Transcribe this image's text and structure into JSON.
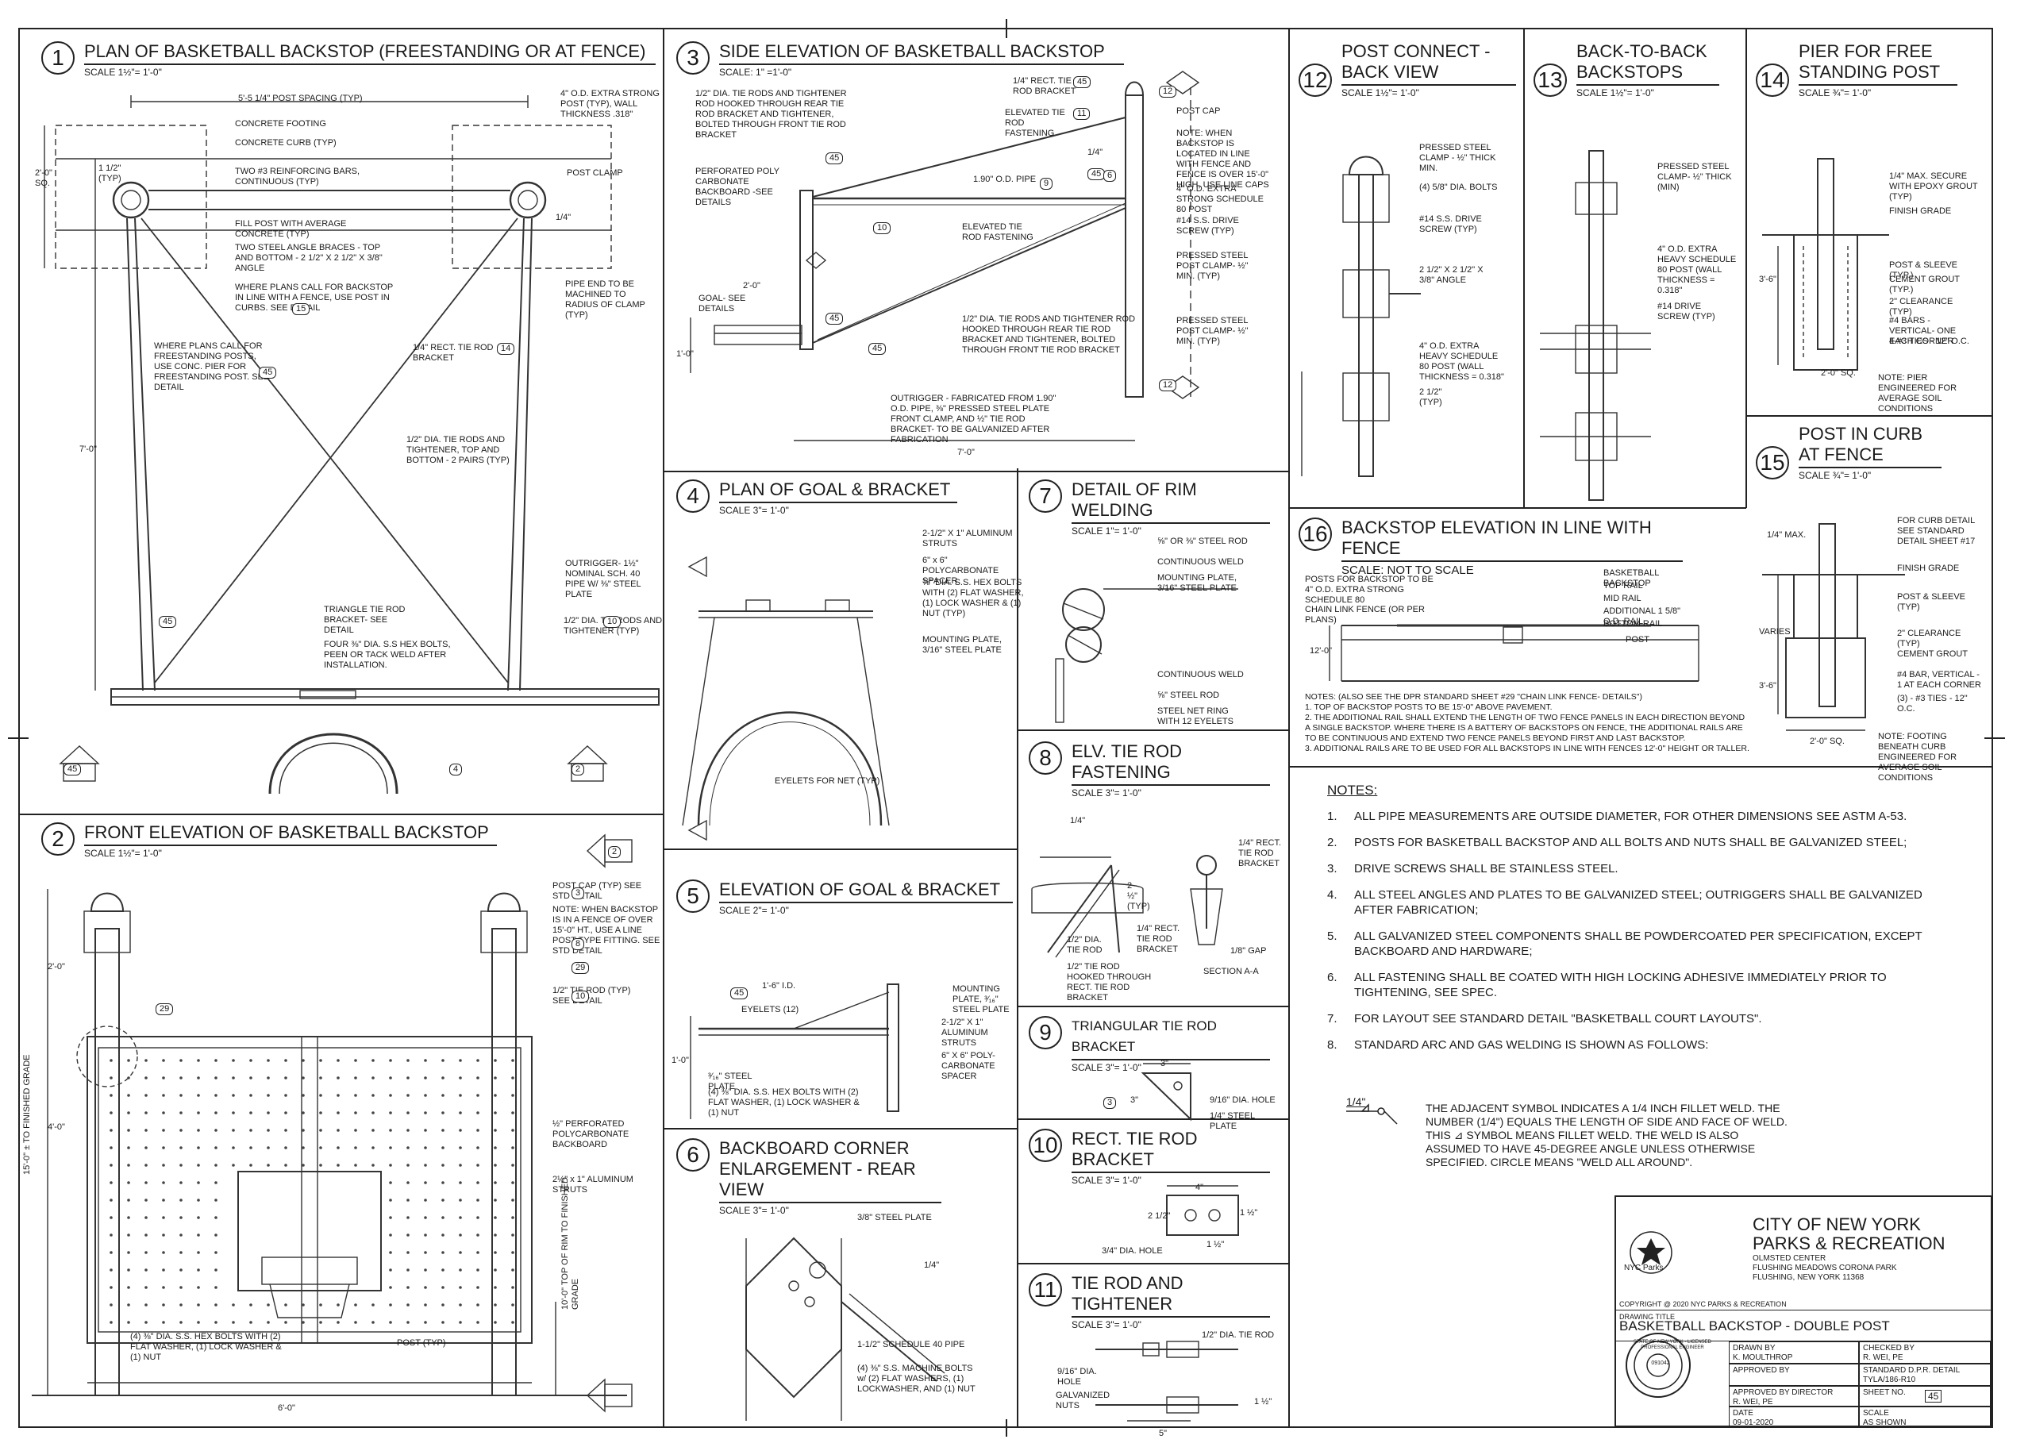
{
  "details": {
    "d1": {
      "num": "1",
      "title": "PLAN OF BASKETBALL BACKSTOP (FREESTANDING OR AT FENCE)",
      "scale": "SCALE 1½\"= 1'-0\"",
      "labels": [
        "5'-5 1/4\" POST SPACING (TYP)",
        "4\" O.D. EXTRA STRONG POST (TYP), WALL THICKNESS .318\"",
        "CONCRETE FOOTING",
        "CONCRETE CURB (TYP)",
        "TWO #3 REINFORCING BARS, CONTINUOUS (TYP)",
        "POST CLAMP",
        "FILL POST WITH AVERAGE CONCRETE (TYP)",
        "TWO STEEL ANGLE BRACES - TOP AND BOTTOM - 2 1/2\" X 2 1/2\" X 3/8\" ANGLE",
        "WHERE PLANS CALL FOR BACKSTOP IN LINE WITH A FENCE, USE POST IN CURBS. SEE DETAIL",
        "PIPE END TO BE MACHINED TO RADIUS OF CLAMP (TYP)",
        "WHERE PLANS CALL FOR FREESTANDING POSTS, USE CONC. PIER FOR FREESTANDING POST. SEE DETAIL",
        "1/4\" RECT. TIE ROD BRACKET",
        "1/2\" DIA. TIE RODS AND TIGHTENER, TOP AND BOTTOM - 2 PAIRS (TYP)",
        "OUTRIGGER- 1½\" NOMINAL SCH. 40 PIPE W/ ⅜\" STEEL PLATE",
        "TRIANGLE TIE ROD BRACKET- SEE DETAIL",
        "1/2\" DIA. TIE RODS AND TIGHTENER (TYP)",
        "FOUR ⅜\" DIA. S.S HEX BOLTS, PEEN OR TACK WELD AFTER INSTALLATION.",
        "2'-0\" SQ.",
        "7'-0\"",
        "1 1/2\" (TYP)",
        "1/4\""
      ]
    },
    "d2": {
      "num": "2",
      "title": "FRONT ELEVATION OF BASKETBALL BACKSTOP",
      "scale": "SCALE 1½\"= 1'-0\"",
      "labels": [
        "POST CAP (TYP) SEE STD DETAIL",
        "NOTE: WHEN BACKSTOP IS IN A FENCE OF OVER 15'-0\" HT., USE A LINE POST TYPE FITTING. SEE STD DETAIL",
        "1/2\" TIE ROD (TYP) SEE DETAIL",
        "½\" PERFORATED POLYCARBONATE BACKBOARD",
        "2½\" x 1\" ALUMINUM STRUTS",
        "(4) ⅜\" DIA. S.S. HEX BOLTS WITH (2) FLAT WASHER, (1) LOCK WASHER & (1) NUT",
        "POST (TYP)",
        "6'-0\"",
        "10'-0\" TOP OF RIM TO FINISHED GRADE",
        "15'-0\" ± TO FINISHED GRADE",
        "2'-0\"",
        "4'-0\""
      ]
    },
    "d3": {
      "num": "3",
      "title": "SIDE ELEVATION OF BASKETBALL BACKSTOP",
      "scale": "SCALE:  1\" =1'-0\"",
      "labels": [
        "1/2\" DIA. TIE RODS AND TIGHTENER ROD HOOKED THROUGH REAR TIE ROD BRACKET AND TIGHTENER, BOLTED THROUGH FRONT TIE ROD BRACKET",
        "1/4\" RECT. TIE ROD BRACKET",
        "ELEVATED TIE ROD FASTENING",
        "POST CAP",
        "NOTE: WHEN BACKSTOP IS LOCATED IN LINE WITH FENCE AND FENCE IS OVER 15'-0\" HIGH, USE LINE CAPS",
        "PERFORATED POLY CARBONATE BACKBOARD -SEE DETAILS",
        "1.90\" O.D. PIPE",
        "4\" O.D. EXTRA STRONG SCHEDULE 80 POST",
        "ELEVATED TIE ROD FASTENING",
        "#14 S.S. DRIVE SCREW (TYP)",
        "PRESSED STEEL POST CLAMP- ½\" MIN. (TYP)",
        "GOAL- SEE DETAILS",
        "1/2\" DIA. TIE RODS AND TIGHTENER ROD HOOKED THROUGH REAR TIE ROD BRACKET AND TIGHTENER, BOLTED THROUGH FRONT TIE ROD BRACKET",
        "PRESSED STEEL POST CLAMP- ½\" MIN. (TYP)",
        "OUTRIGGER - FABRICATED FROM 1.90\" O.D. PIPE, ⅜\" PRESSED STEEL PLATE FRONT CLAMP, AND ½\" TIE ROD BRACKET- TO BE GALVANIZED AFTER FABRICATION",
        "7'-0\"",
        "2'-0\"",
        "1'-0\"",
        "1/4\""
      ]
    },
    "d4": {
      "num": "4",
      "title": "PLAN OF GOAL & BRACKET",
      "scale": "SCALE  3\"= 1'-0\"",
      "labels": [
        "2-1/2\" X 1\" ALUMINUM STRUTS",
        "6\" x 6\" POLYCARBONATE SPACER",
        "⅜\" DIA. S.S. HEX BOLTS WITH (2) FLAT WASHER, (1) LOCK WASHER & (1) NUT (TYP)",
        "MOUNTING PLATE, 3/16\" STEEL PLATE",
        "EYELETS FOR NET (TYP)"
      ]
    },
    "d5": {
      "num": "5",
      "title": "ELEVATION  OF GOAL & BRACKET",
      "scale": "SCALE  2\"= 1'-0\"",
      "labels": [
        "1'-6\" I.D.",
        "EYELETS (12)",
        "MOUNTING PLATE, ³⁄₁₆\" STEEL PLATE",
        "2-1/2\" X 1\" ALUMINUM STRUTS",
        "6\" X 6\" POLY-CARBONATE SPACER",
        "³⁄₁₆\" STEEL PLATE",
        "(4) ⅜\" DIA. S.S. HEX BOLTS WITH (2) FLAT WASHER, (1) LOCK WASHER & (1) NUT",
        "1'-0\""
      ]
    },
    "d6": {
      "num": "6",
      "title": "BACKBOARD CORNER ENLARGEMENT - REAR VIEW",
      "scale": "SCALE  3\"= 1'-0\"",
      "labels": [
        "3/8\" STEEL PLATE",
        "1/4\"",
        "1-1/2\" SCHEDULE 40 PIPE",
        "(4) ⅜\" S.S. MACHINE BOLTS w/ (2) FLAT WASHERS, (1) LOCKWASHER, AND (1) NUT"
      ]
    },
    "d7": {
      "num": "7",
      "title": "DETAIL OF RIM WELDING",
      "scale": "SCALE  1\"= 1'-0\"",
      "labels": [
        "⅝\" OR ⅜\" STEEL ROD",
        "CONTINUOUS WELD",
        "MOUNTING PLATE, 3/16\" STEEL PLATE",
        "CONTINUOUS WELD",
        "⅝\" STEEL ROD",
        "STEEL NET RING WITH 12 EYELETS"
      ]
    },
    "d8": {
      "num": "8",
      "title": "ELV. TIE ROD FASTENING",
      "scale": "SCALE  3\"= 1'-0\"",
      "labels": [
        "1/4\"",
        "1/4\" RECT. TIE ROD BRACKET",
        "1/4\" RECT. TIE ROD BRACKET",
        "1/2\" DIA. TIE ROD",
        "1/8\" GAP",
        "1/2\" TIE ROD HOOKED THROUGH RECT. TIE ROD BRACKET",
        "SECTION A-A",
        "2 ½\" (TYP)"
      ]
    },
    "d9": {
      "num": "9",
      "title": "TRIANGULAR TIE ROD BRACKET",
      "scale": "SCALE  3\"= 1'-0\"",
      "labels": [
        "3\"",
        "3\"",
        "9/16\" DIA. HOLE",
        "1/4\" STEEL PLATE"
      ]
    },
    "d10": {
      "num": "10",
      "title": "RECT. TIE ROD BRACKET",
      "scale": "SCALE  3\"= 1'-0\"",
      "labels": [
        "4\"",
        "2 1/2\"",
        "3/4\" DIA. HOLE",
        "1 ½\"",
        "1 ½\""
      ]
    },
    "d11": {
      "num": "11",
      "title": "TIE ROD AND TIGHTENER",
      "scale": "SCALE  3\"= 1'-0\"",
      "labels": [
        "1/2\" DIA. TIE ROD",
        "9/16\" DIA. HOLE",
        "GALVANIZED NUTS",
        "5\"",
        "1 ½\""
      ]
    },
    "d12": {
      "num": "12",
      "title": "POST CONNECT -BACK VIEW",
      "scale": "SCALE 1½\"= 1'-0\"",
      "labels": [
        "PRESSED STEEL CLAMP - ½\" THICK MIN.",
        "(4) 5/8\" DIA. BOLTS",
        "#14 S.S. DRIVE SCREW (TYP)",
        "2 1/2\" X 2 1/2\" X 3/8\" ANGLE",
        "4\" O.D. EXTRA HEAVY SCHEDULE 80 POST (WALL THICKNESS = 0.318\"",
        "2 1/2\" (TYP)"
      ]
    },
    "d13": {
      "num": "13",
      "title": "BACK-TO-BACK BACKSTOPS",
      "scale": "SCALE 1½\"= 1'-0\"",
      "labels": [
        "PRESSED STEEL CLAMP- ½\" THICK (MIN)",
        "4\" O.D. EXTRA HEAVY SCHEDULE 80 POST (WALL THICKNESS = 0.318\"",
        "#14 DRIVE SCREW (TYP)"
      ]
    },
    "d14": {
      "num": "14",
      "title": "PIER FOR FREE STANDING POST",
      "scale": "SCALE ¾\"= 1'-0\"",
      "labels": [
        "1/4\" MAX. SECURE WITH EPOXY GROUT (TYP)",
        "FINISH GRADE",
        "POST & SLEEVE (TYP.)",
        "CEMENT GROUT (TYP.)",
        "2\" CLEARANCE (TYP)",
        "#4 BARS - VERTICAL- ONE EACH CORNER",
        "4-#3 TIES - 12\" O.C.",
        "2'-0\" SQ.",
        "NOTE: PIER ENGINEERED FOR AVERAGE SOIL CONDITIONS",
        "3'-6\""
      ]
    },
    "d15": {
      "num": "15",
      "title": "POST IN CURB AT FENCE",
      "scale": "SCALE ¾\"= 1'-0\"",
      "labels": [
        "FOR CURB DETAIL SEE STANDARD DETAIL SHEET #17",
        "1/4\" MAX.",
        "FINISH GRADE",
        "POST & SLEEVE (TYP)",
        "2\" CLEARANCE (TYP)",
        "CEMENT GROUT",
        "#4 BAR, VERTICAL - 1 AT EACH CORNER",
        "(3) - #3 TIES - 12\" O.C.",
        "2'-0\" SQ.",
        "NOTE: FOOTING BENEATH CURB ENGINEERED FOR AVERAGE SOIL CONDITIONS",
        "VARIES",
        "3'-6\""
      ]
    },
    "d16": {
      "num": "16",
      "title": "BACKSTOP ELEVATION IN LINE WITH FENCE",
      "scale": "SCALE: NOT TO SCALE",
      "labels": [
        "POSTS FOR BACKSTOP TO BE 4\" O.D. EXTRA STRONG SCHEDULE 80",
        "CHAIN LINK FENCE (OR PER PLANS)",
        "BASKETBALL BACKSTOP",
        "TOP RAIL",
        "MID RAIL",
        "ADDITIONAL 1 5/8\" O.D. RAIL",
        "BOTTOM RAIL",
        "POST",
        "12'-0\""
      ],
      "notes_head": "NOTES: (ALSO SEE THE DPR STANDARD SHEET #29 \"CHAIN LINK FENCE- DETAILS\")",
      "notes": [
        "1.  TOP OF BACKSTOP POSTS TO BE 15'-0\" ABOVE PAVEMENT.",
        "2.  THE ADDITIONAL RAIL SHALL EXTEND THE LENGTH OF TWO FENCE PANELS IN EACH DIRECTION BEYOND A SINGLE BACKSTOP.  WHERE THERE IS A BATTERY OF  BACKSTOPS ON FENCE, THE ADDITIONAL RAILS ARE TO BE CONTINUOUS AND EXTEND TWO FENCE PANELS BEYOND FIRST AND LAST BACKSTOP.",
        "3.  ADDITIONAL RAILS ARE TO BE USED FOR ALL  BACKSTOPS IN LINE WITH FENCES 12'-0\"  HEIGHT OR TALLER."
      ]
    }
  },
  "general_notes": {
    "head": "NOTES:",
    "items": [
      {
        "n": "1.",
        "t": "ALL PIPE MEASUREMENTS ARE OUTSIDE DIAMETER, FOR OTHER DIMENSIONS SEE ASTM A-53."
      },
      {
        "n": "2.",
        "t": "POSTS FOR BASKETBALL BACKSTOP AND ALL BOLTS AND NUTS SHALL BE GALVANIZED STEEL;"
      },
      {
        "n": "3.",
        "t": "DRIVE SCREWS SHALL BE STAINLESS STEEL."
      },
      {
        "n": "4.",
        "t": "ALL STEEL ANGLES AND PLATES TO BE GALVANIZED STEEL; OUTRIGGERS SHALL BE GALVANIZED AFTER FABRICATION;"
      },
      {
        "n": "5.",
        "t": "ALL GALVANIZED STEEL COMPONENTS SHALL BE POWDERCOATED PER SPECIFICATION, EXCEPT BACKBOARD AND HARDWARE;"
      },
      {
        "n": "6.",
        "t": "ALL FASTENING SHALL BE COATED WITH HIGH LOCKING ADHESIVE IMMEDIATELY PRIOR TO TIGHTENING, SEE SPEC."
      },
      {
        "n": "7.",
        "t": "FOR LAYOUT SEE STANDARD DETAIL \"BASKETBALL COURT LAYOUTS\"."
      },
      {
        "n": "8.",
        "t": "STANDARD ARC AND GAS WELDING IS SHOWN AS FOLLOWS:"
      }
    ],
    "weld_symbol": "1/4\"",
    "weld_text": "THE ADJACENT SYMBOL INDICATES A 1/4 INCH FILLET WELD. THE NUMBER (1/4\")  EQUALS THE LENGTH OF SIDE AND FACE OF WELD. THIS ⊿ SYMBOL MEANS FILLET WELD. THE WELD IS ALSO ASSUMED TO HAVE 45-DEGREE ANGLE UNLESS OTHERWISE SPECIFIED. CIRCLE MEANS \"WELD ALL AROUND\"."
  },
  "titleblock": {
    "org1": "CITY OF NEW YORK",
    "org2": "PARKS & RECREATION",
    "addr1": "OLMSTED CENTER",
    "addr2": "FLUSHING MEADOWS CORONA PARK",
    "addr3": "FLUSHING, NEW YORK 11368",
    "logo_label": "NYC Parks",
    "copyright": "COPYRIGHT @ 2020 NYC PARKS & RECREATION",
    "drawing_title_label": "DRAWING TITLE",
    "drawing_title": "BASKETBALL BACKSTOP - DOUBLE POST",
    "drawn_by_label": "DRAWN BY",
    "drawn_by": "K. MOULTHROP",
    "checked_by_label": "CHECKED BY",
    "checked_by": "R. WEI, PE",
    "approved_by_label": "APPROVED BY",
    "approved_by": "",
    "std_label": "STANDARD D.P.R. DETAIL",
    "std": "TYLA/186-R10",
    "approved_director_label": "APPROVED BY DIRECTOR",
    "approved_director": "R. WEI, PE",
    "sheet_label": "SHEET NO.",
    "sheet": "45",
    "date_label": "DATE",
    "date": "09-01-2020",
    "scale_label": "SCALE",
    "scale": "AS SHOWN",
    "seal_text": "STATE OF NEW YORK · LICENSED PROFESSIONAL ENGINEER",
    "seal_num": "091042"
  },
  "refs": [
    "15",
    "45",
    "14",
    "45",
    "10",
    "45",
    "9",
    "45",
    "11",
    "45",
    "10",
    "45",
    "4",
    "45",
    "2",
    "2",
    "3",
    "8",
    "29",
    "10",
    "29",
    "3",
    "45",
    "6",
    "45",
    "12",
    "12",
    "10",
    "45",
    "8",
    "45",
    "11",
    "45",
    "10",
    "45",
    "1",
    "45",
    "2",
    "45",
    "4",
    "45",
    "5",
    "45",
    "7",
    "45",
    "7",
    "45",
    "7",
    "7",
    "5",
    "5",
    "4",
    "4"
  ]
}
